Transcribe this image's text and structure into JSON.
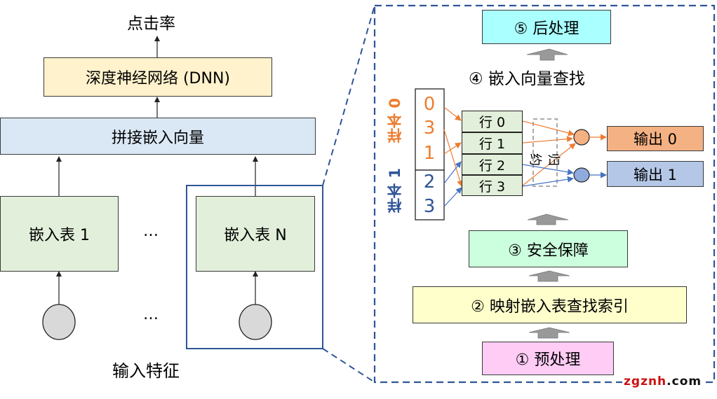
{
  "left": {
    "output_label": "点击率",
    "dnn_label": "深度神经网络 (DNN)",
    "concat_label": "拼接嵌入向量",
    "tables": [
      "嵌入表 1",
      "嵌入表 N"
    ],
    "ellipsis": "…",
    "input_label": "输入特征"
  },
  "right": {
    "steps": {
      "step5": "⑤ 后处理",
      "step4": "④ 嵌入向量查找",
      "step3": "③ 安全保障",
      "step2": "② 映射嵌入表查找索引",
      "step1": "① 预处理"
    },
    "sample0_label": "样本 0",
    "sample1_label": "样本 1",
    "sample0_indices": [
      "0",
      "3",
      "1"
    ],
    "sample1_indices": [
      "2",
      "3"
    ],
    "rows": [
      "行 0",
      "行 1",
      "行 2",
      "行 3"
    ],
    "reduce_label": "归约",
    "outputs": [
      "输出 0",
      "输出 1"
    ]
  },
  "colors": {
    "sample0": "#ed7d31",
    "sample1": "#2f5597",
    "dnn_fill": "#fff2cc",
    "concat_fill": "#dae8f5",
    "table_fill": "#e2efda",
    "step5_fill": "#aaffff",
    "step3_fill": "#ccffdd",
    "step2_fill": "#ffffcc",
    "step1_fill": "#ffccf5",
    "output0_fill": "#f4b183",
    "output1_fill": "#b4c7e7"
  },
  "watermark": {
    "part1": "zgznh",
    "part2": ".com"
  }
}
